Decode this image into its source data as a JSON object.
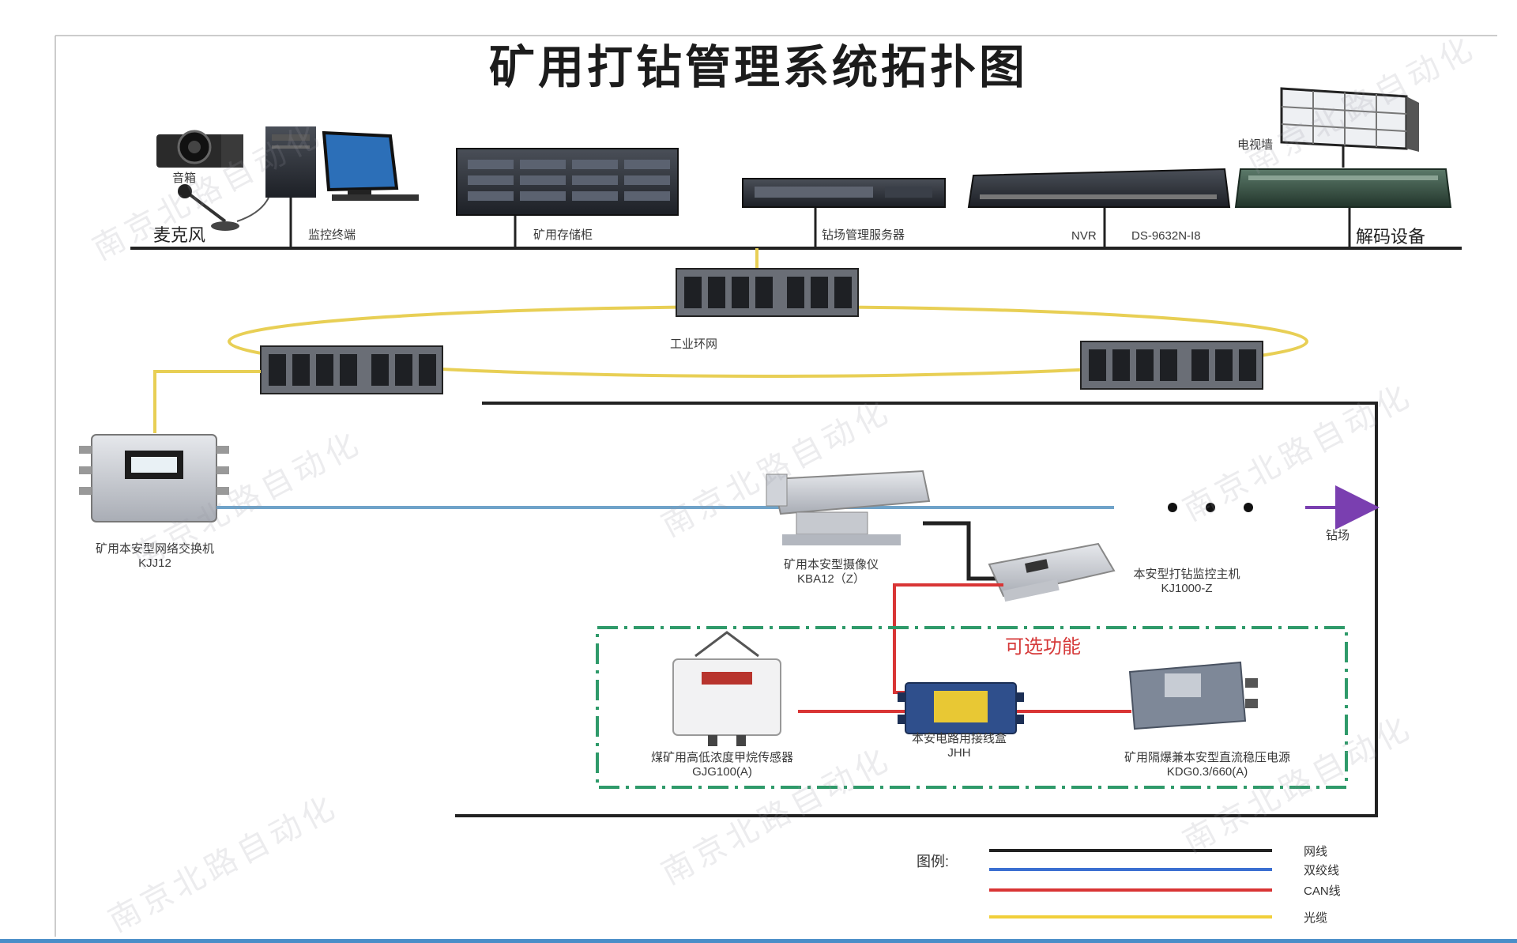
{
  "title": "矿用打钻管理系统拓扑图",
  "devices": {
    "speaker": "音箱",
    "microphone": "麦克风",
    "monitor_terminal": "监控终端",
    "storage": "矿用存储柜",
    "drill_server": "钻场管理服务器",
    "nvr": "NVR",
    "nvr_model": "DS-9632N-I8",
    "decoder": "解码设备",
    "tv_wall": "电视墙",
    "industrial_ring": "工业环网",
    "switch_name": "矿用本安型网络交换机",
    "switch_model": "KJJ12",
    "camera_name": "矿用本安型摄像仪",
    "camera_model": "KBA12（Z）",
    "host_name": "本安型打钻监控主机",
    "host_model": "KJ1000-Z",
    "drill_label": "钻场",
    "optional": "可选功能",
    "gas_name": "煤矿用高低浓度甲烷传感器",
    "gas_model": "GJG100(A)",
    "junction_name": "本安电路用接线盒",
    "junction_model": "JHH",
    "power_name": "矿用隔爆兼本安型直流稳压电源",
    "power_model": "KDG0.3/660(A)"
  },
  "legend": {
    "title": "图例:",
    "items": [
      {
        "label": "网线",
        "color": "#222222"
      },
      {
        "label": "双绞线",
        "color": "#3b6fd1"
      },
      {
        "label": "CAN线",
        "color": "#d93535"
      },
      {
        "label": "光缆",
        "color": "#f1cf3a"
      }
    ]
  },
  "colors": {
    "network": "#222222",
    "twisted": "#6fa3c9",
    "can": "#d93535",
    "fiber": "#e8cf55",
    "optional_border": "#2f9a6a",
    "arrow": "#7a3fb0"
  },
  "watermark": "南京北路自动化"
}
